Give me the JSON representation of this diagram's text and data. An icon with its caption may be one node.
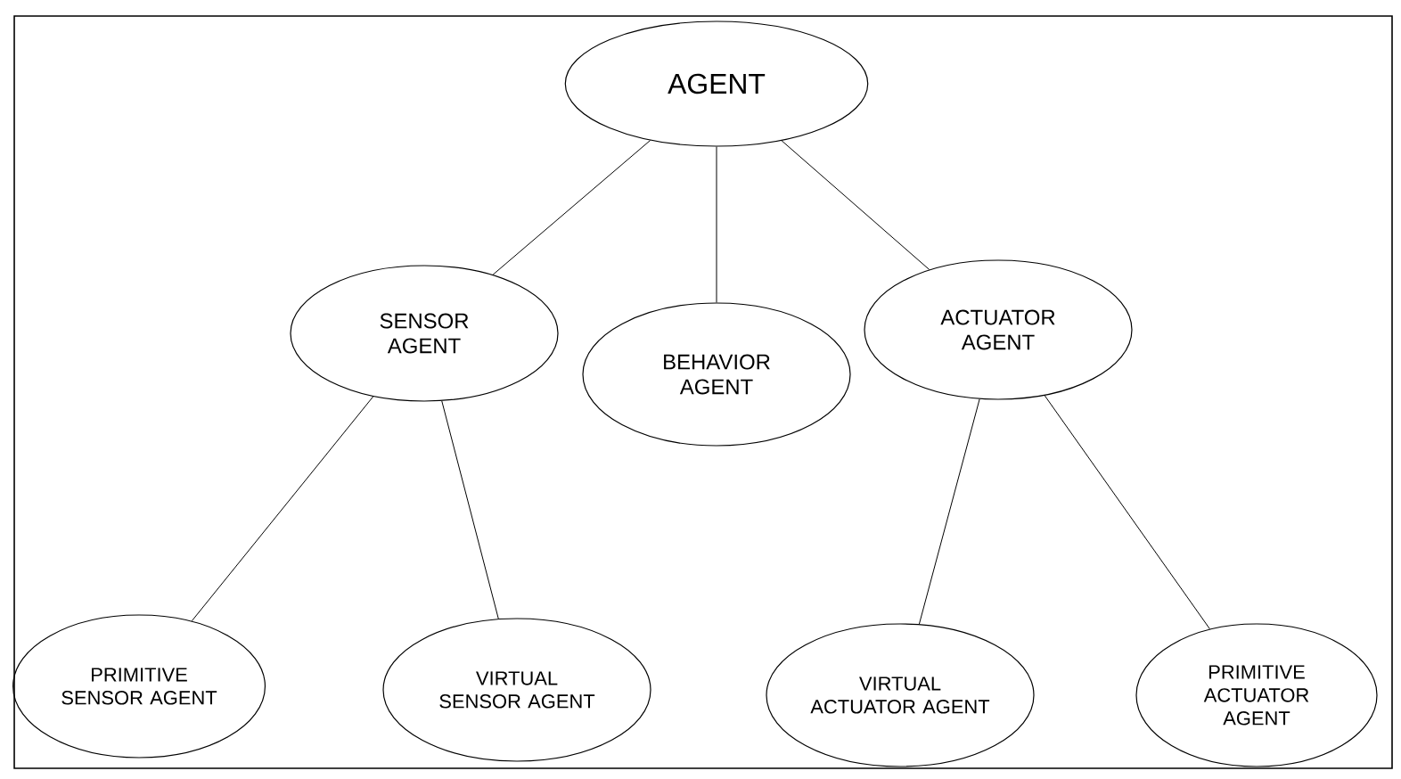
{
  "diagram": {
    "nodes": [
      {
        "text": [
          "AGENT"
        ]
      },
      {
        "text": [
          "SENSOR AGENT"
        ]
      },
      {
        "text": [
          "BEHAVIOR AGENT"
        ]
      },
      {
        "text": [
          "ACTUATOR AGENT"
        ]
      },
      {
        "text": [
          "PRIMITIVE SENSOR AGENT"
        ]
      },
      {
        "text": [
          "VIRTUAL SENSOR AGENT"
        ]
      },
      {
        "text": [
          "VIRTUAL ACTUATOR AGENT"
        ]
      },
      {
        "text": [
          "PRIMITIVE ACTUATOR AGENT"
        ]
      }
    ],
    "edges": [
      {
        "from": 0,
        "to": 1,
        "arrow": "none"
      },
      {
        "from": 0,
        "to": 2,
        "arrow": "none"
      },
      {
        "from": 0,
        "to": 3,
        "arrow": "none"
      },
      {
        "from": 1,
        "to": 4,
        "arrow": "none"
      },
      {
        "from": 1,
        "to": 5,
        "arrow": "none"
      },
      {
        "from": 3,
        "to": 6,
        "arrow": "none"
      },
      {
        "from": 3,
        "to": 7,
        "arrow": "none"
      }
    ]
  }
}
